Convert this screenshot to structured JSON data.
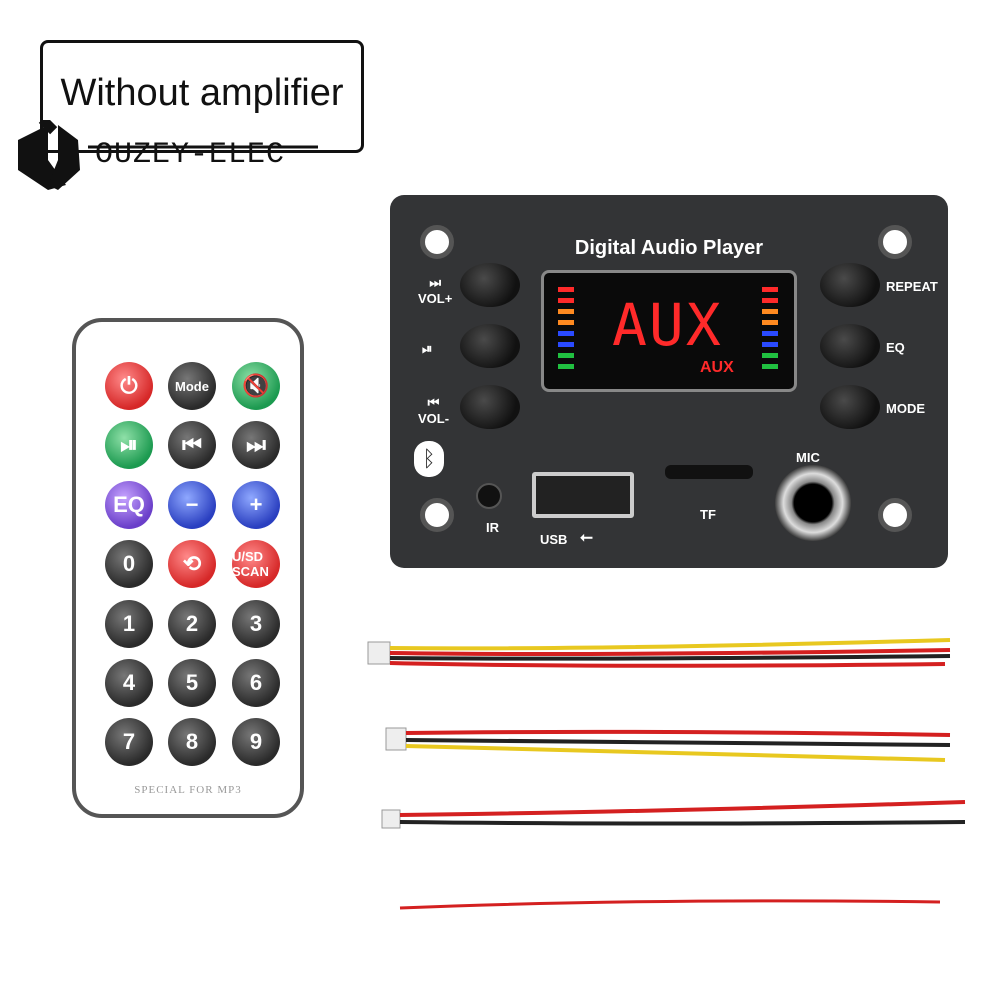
{
  "label": "Without amplifier",
  "brand": "OUZEY-ELEC",
  "board": {
    "title": "Digital Audio Player",
    "display_main": "AUX",
    "display_sub": "AUX",
    "left_buttons": [
      "VOL+",
      "",
      "VOL-"
    ],
    "left_icons": [
      "next-icon",
      "play-pause-icon",
      "previous-icon"
    ],
    "right_buttons": [
      "REPEAT",
      "EQ",
      "MODE"
    ],
    "ports": {
      "ir": "IR",
      "usb": "USB",
      "tf": "TF",
      "mic": "MIC"
    }
  },
  "remote": {
    "buttons": [
      {
        "label": "⏻",
        "color": "red"
      },
      {
        "label": "Mode",
        "color": "dark"
      },
      {
        "label": "🔇",
        "color": "green"
      },
      {
        "label": "⏯",
        "color": "green"
      },
      {
        "label": "⏮",
        "color": "dark"
      },
      {
        "label": "⏭",
        "color": "dark"
      },
      {
        "label": "EQ",
        "color": "purple"
      },
      {
        "label": "−",
        "color": "blue"
      },
      {
        "label": "+",
        "color": "blue"
      },
      {
        "label": "0",
        "color": "dark"
      },
      {
        "label": "⟲",
        "color": "red"
      },
      {
        "label": "U/SD SCAN",
        "color": "red"
      },
      {
        "label": "1",
        "color": "dark"
      },
      {
        "label": "2",
        "color": "dark"
      },
      {
        "label": "3",
        "color": "dark"
      },
      {
        "label": "4",
        "color": "dark"
      },
      {
        "label": "5",
        "color": "dark"
      },
      {
        "label": "6",
        "color": "dark"
      },
      {
        "label": "7",
        "color": "dark"
      },
      {
        "label": "8",
        "color": "dark"
      },
      {
        "label": "9",
        "color": "dark"
      }
    ],
    "footer": "SPECIAL FOR MP3"
  },
  "colors": {
    "board": "#333436",
    "wire_red": "#d42020",
    "wire_black": "#222222",
    "wire_yellow": "#e8c820"
  }
}
